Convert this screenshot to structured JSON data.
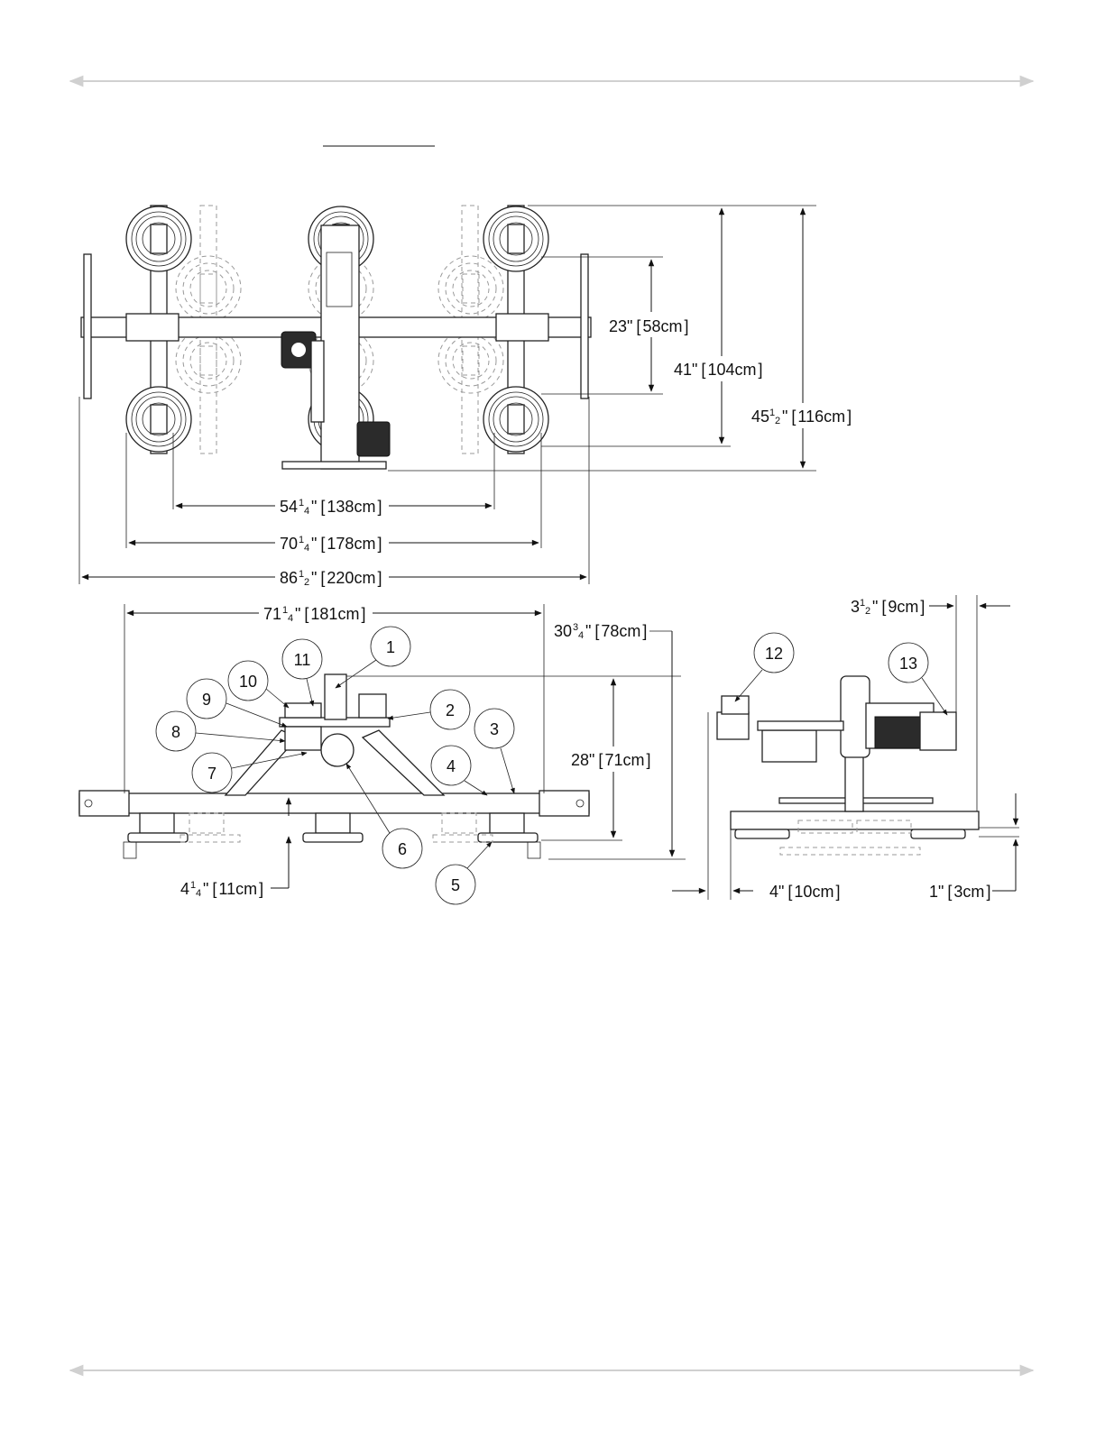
{
  "top_view": {
    "dims": {
      "d23": {
        "val": "23\"",
        "metric": "58cm"
      },
      "d41": {
        "val": "41\"",
        "metric": "104cm"
      },
      "d45": {
        "whole": "45",
        "num": "1",
        "den": "2",
        "suffix": "\"",
        "metric": "116cm"
      },
      "d54": {
        "whole": "54",
        "num": "1",
        "den": "4",
        "suffix": "\"",
        "metric": "138cm"
      },
      "d70": {
        "whole": "70",
        "num": "1",
        "den": "4",
        "suffix": "\"",
        "metric": "178cm"
      },
      "d86": {
        "whole": "86",
        "num": "1",
        "den": "2",
        "suffix": "\"",
        "metric": "220cm"
      }
    }
  },
  "front_view": {
    "dims": {
      "d71": {
        "whole": "71",
        "num": "1",
        "den": "4",
        "suffix": "\"",
        "metric": "181cm"
      },
      "d30": {
        "whole": "30",
        "num": "3",
        "den": "4",
        "suffix": "\"",
        "metric": "78cm"
      },
      "d28": {
        "val": "28\"",
        "metric": "71cm"
      },
      "d4": {
        "whole": "4",
        "num": "1",
        "den": "4",
        "suffix": "\"",
        "metric": "11cm"
      }
    },
    "callouts": [
      "1",
      "2",
      "3",
      "4",
      "5",
      "6",
      "7",
      "8",
      "9",
      "10",
      "11"
    ]
  },
  "side_view": {
    "dims": {
      "d3": {
        "whole": "3",
        "num": "1",
        "den": "2",
        "suffix": "\"",
        "metric": "9cm"
      },
      "d4in": {
        "val": "4\"",
        "metric": "10cm"
      },
      "d1": {
        "val": "1\"",
        "metric": "3cm"
      }
    },
    "callouts": [
      "12",
      "13"
    ]
  }
}
